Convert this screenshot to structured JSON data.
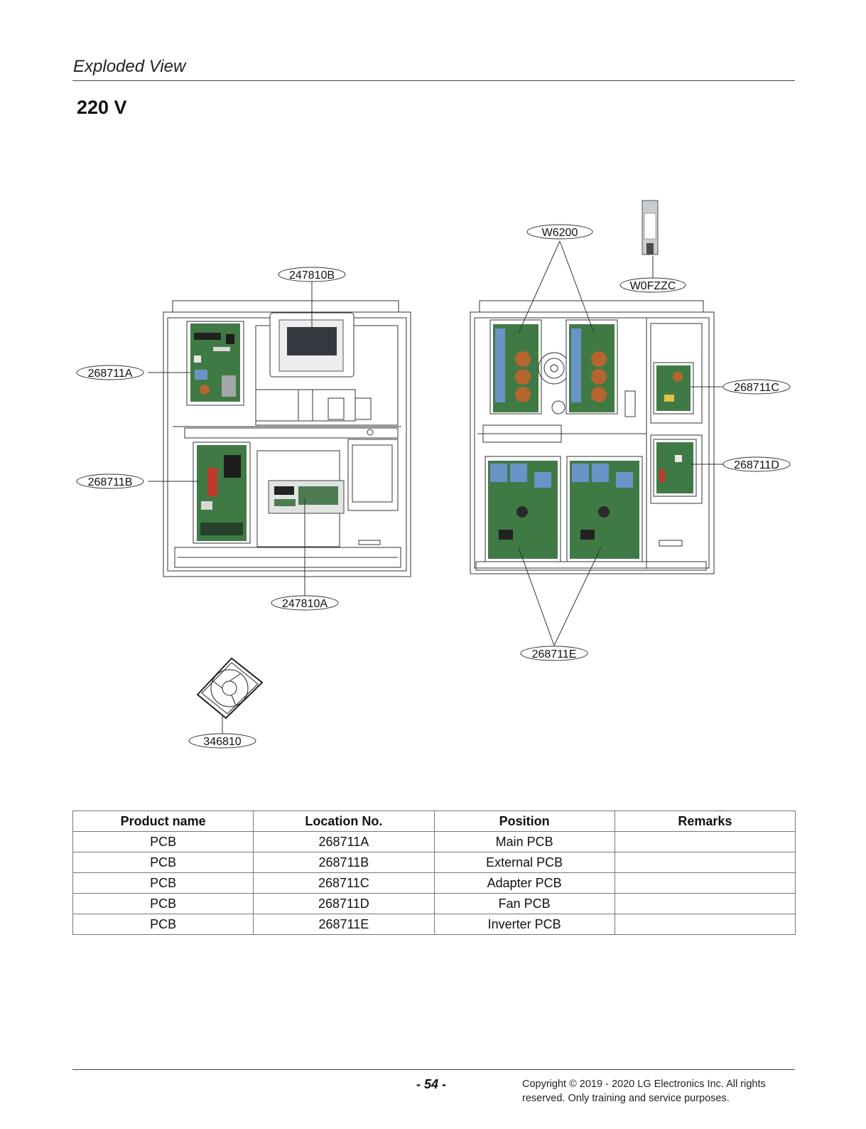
{
  "header": {
    "section": "Exploded View"
  },
  "subtitle": "220 V",
  "callouts": {
    "c247810B": "247810B",
    "c268711A": "268711A",
    "c268711B": "268711B",
    "c247810A": "247810A",
    "c346810": "346810",
    "cW6200": "W6200",
    "cW0FZZC": "W0FZZC",
    "c268711C": "268711C",
    "c268711D": "268711D",
    "c268711E": "268711E"
  },
  "table": {
    "headers": [
      "Product name",
      "Location No.",
      "Position",
      "Remarks"
    ],
    "rows": [
      [
        "PCB",
        "268711A",
        "Main PCB",
        ""
      ],
      [
        "PCB",
        "268711B",
        "External PCB",
        ""
      ],
      [
        "PCB",
        "268711C",
        "Adapter PCB",
        ""
      ],
      [
        "PCB",
        "268711D",
        "Fan PCB",
        ""
      ],
      [
        "PCB",
        "268711E",
        "Inverter PCB",
        ""
      ]
    ]
  },
  "footer": {
    "page_number": "- 54 -",
    "copyright_line1": "Copyright © 2019 - 2020 LG Electronics Inc. All rights",
    "copyright_line2": "reserved. Only training and service purposes."
  },
  "colors": {
    "pcb_green": "#3f7a45",
    "capacitor_blue": "#6a93c8",
    "coil_copper": "#b5652e",
    "display_gray": "#8f959a"
  }
}
